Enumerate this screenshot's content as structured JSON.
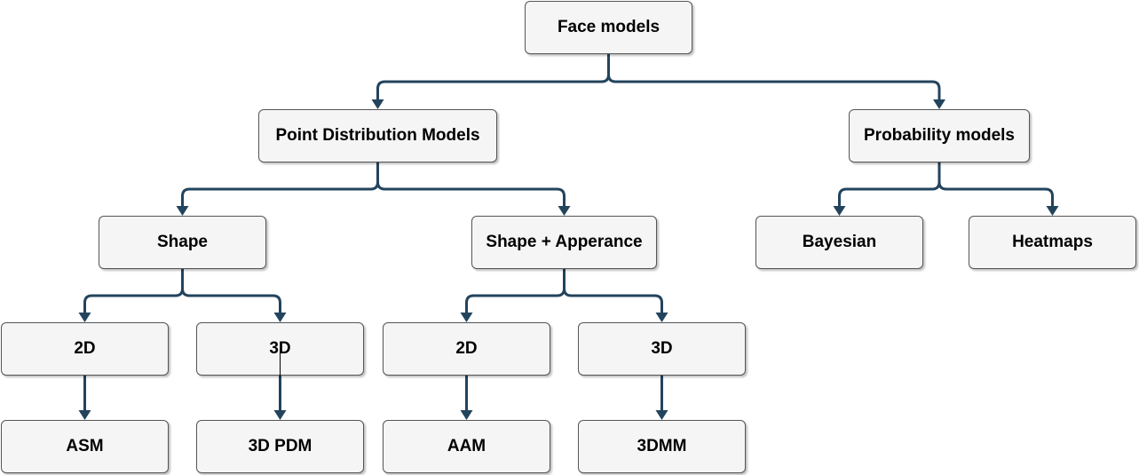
{
  "colors": {
    "edge": "#23445d",
    "node_fill": "#f5f5f5",
    "node_border": "#555555"
  },
  "nodes": {
    "face_models": "Face models",
    "point_distribution_models": "Point Distribution Models",
    "probability_models": "Probability models",
    "shape": "Shape",
    "shape_appearance": "Shape + Apperance",
    "bayesian": "Bayesian",
    "heatmaps": "Heatmaps",
    "shape_2d": "2D",
    "shape_3d": "3D",
    "sa_2d": "2D",
    "sa_3d": "3D",
    "asm": "ASM",
    "pdm_3d": "3D PDM",
    "aam": "AAM",
    "dmm_3d": "3DMM"
  },
  "edges": [
    [
      "face_models",
      "point_distribution_models"
    ],
    [
      "face_models",
      "probability_models"
    ],
    [
      "point_distribution_models",
      "shape"
    ],
    [
      "point_distribution_models",
      "shape_appearance"
    ],
    [
      "probability_models",
      "bayesian"
    ],
    [
      "probability_models",
      "heatmaps"
    ],
    [
      "shape",
      "shape_2d"
    ],
    [
      "shape",
      "shape_3d"
    ],
    [
      "shape_appearance",
      "sa_2d"
    ],
    [
      "shape_appearance",
      "sa_3d"
    ],
    [
      "shape_2d",
      "asm"
    ],
    [
      "shape_3d",
      "pdm_3d"
    ],
    [
      "sa_2d",
      "aam"
    ],
    [
      "sa_3d",
      "dmm_3d"
    ]
  ]
}
